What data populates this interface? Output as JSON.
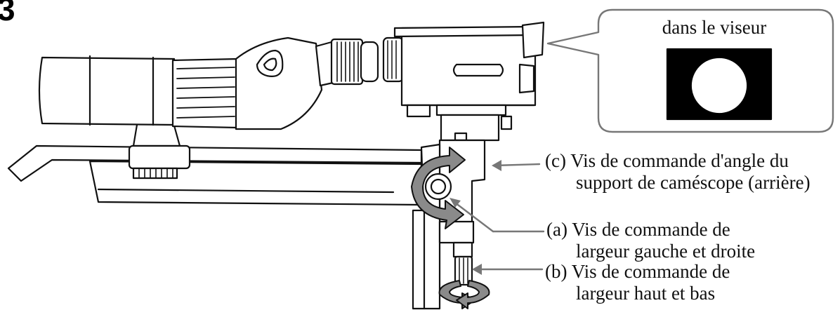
{
  "step_number": "3",
  "viewfinder": {
    "title": "dans le viseur"
  },
  "callouts": {
    "c": {
      "line1": "(c) Vis de commande d'angle du",
      "line2": "support de caméscope (arrière)"
    },
    "a": {
      "line1": "(a) Vis de commande de",
      "line2": "largeur gauche et droite"
    },
    "b": {
      "line1": "(b) Vis de commande de",
      "line2": "largeur haut et bas"
    }
  },
  "colors": {
    "outline": "#111111",
    "arrow_gray": "#8a8a8a",
    "leader_gray": "#777777",
    "screen_black": "#000000"
  }
}
